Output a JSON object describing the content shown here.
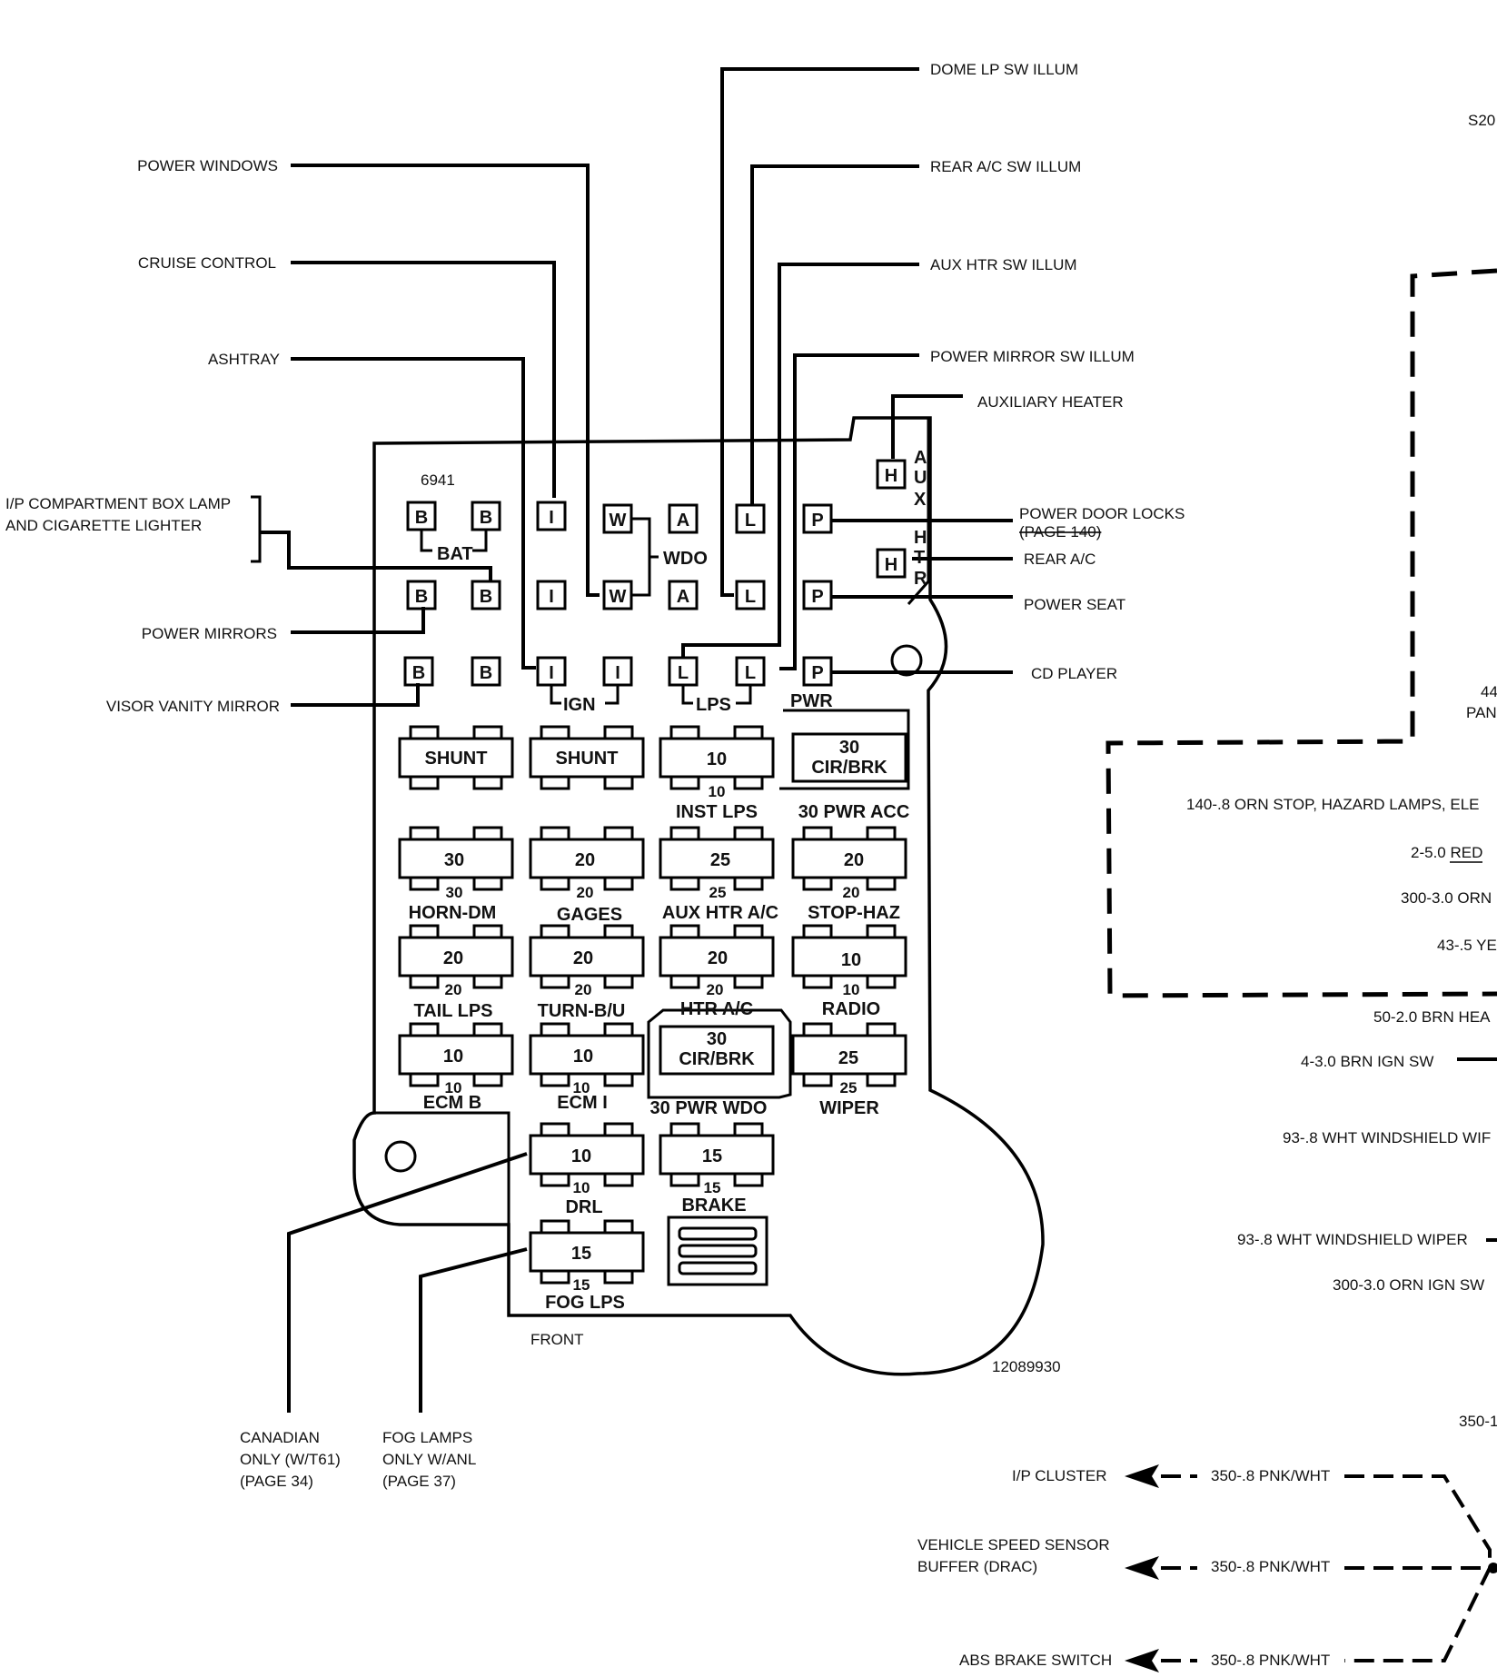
{
  "diagram": {
    "part_number": "12089930",
    "block_id": "6941",
    "front_label": "FRONT",
    "s20_label": "S20"
  },
  "left_labels": {
    "power_windows": "POWER WINDOWS",
    "cruise_control": "CRUISE CONTROL",
    "ashtray": "ASHTRAY",
    "ip_compartment_1": "I/P COMPARTMENT BOX LAMP",
    "ip_compartment_2": "AND CIGARETTE LIGHTER",
    "power_mirrors": "POWER MIRRORS",
    "visor_vanity": "VISOR VANITY MIRROR"
  },
  "top_labels": {
    "dome": "DOME LP SW ILLUM",
    "rear_ac_illum": "REAR A/C SW ILLUM",
    "aux_htr_illum": "AUX HTR SW ILLUM",
    "power_mirror_illum": "POWER MIRROR SW ILLUM",
    "aux_heater": "AUXILIARY HEATER"
  },
  "right_labels": {
    "power_door_locks": "POWER DOOR LOCKS",
    "page_140": "(PAGE 140)",
    "rear_ac": "REAR A/C",
    "power_seat": "POWER SEAT",
    "cd_player": "CD PLAYER"
  },
  "bottom_labels": {
    "canadian": [
      "CANADIAN",
      "ONLY (W/T61)",
      "(PAGE 34)"
    ],
    "fog": [
      "FOG LAMPS",
      "ONLY W/ANL",
      "(PAGE 37)"
    ]
  },
  "connectors": {
    "bat": "BAT",
    "wdo": "WDO",
    "ign": "IGN",
    "lps": "LPS",
    "pwr": "PWR",
    "aux": [
      "A",
      "U",
      "X"
    ],
    "htr": [
      "H",
      "T",
      "R"
    ]
  },
  "pins": {
    "b": "B",
    "i": "I",
    "w": "W",
    "a": "A",
    "l": "L",
    "p": "P",
    "h": "H"
  },
  "fuses": {
    "shunt1": "SHUNT",
    "shunt2": "SHUNT",
    "inst_lps": {
      "value": "10",
      "sub": "10",
      "name": "INST LPS"
    },
    "cb_acc": {
      "value": "30",
      "value2": "CIR/BRK",
      "name": "30 PWR ACC"
    },
    "horn": {
      "value": "30",
      "sub": "30",
      "name": "HORN-DM"
    },
    "gages": {
      "value": "20",
      "sub": "20",
      "name": "GAGES"
    },
    "aux_htr": {
      "value": "25",
      "sub": "25",
      "name": "AUX HTR A/C"
    },
    "stop_haz": {
      "value": "20",
      "sub": "20",
      "name": "STOP-HAZ"
    },
    "tail": {
      "value": "20",
      "sub": "20",
      "name": "TAIL LPS"
    },
    "turn": {
      "value": "20",
      "sub": "20",
      "name": "TURN-B/U"
    },
    "htr_ac": {
      "value": "20",
      "sub": "20",
      "name": "HTR A/C"
    },
    "radio": {
      "value": "10",
      "sub": "10",
      "name": "RADIO"
    },
    "ecm_b": {
      "value": "10",
      "sub": "10",
      "name": "ECM B"
    },
    "ecm_i": {
      "value": "10",
      "sub": "10",
      "name": "ECM I"
    },
    "cb_wdo": {
      "value": "30",
      "value2": "CIR/BRK",
      "name": "30 PWR WDO"
    },
    "wiper": {
      "value": "25",
      "sub": "25",
      "name": "WIPER"
    },
    "drl": {
      "value": "10",
      "sub": "10",
      "name": "DRL"
    },
    "brake": {
      "value": "15",
      "sub": "15",
      "name": "BRAKE"
    },
    "fog": {
      "value": "15",
      "sub": "15",
      "name": "FOG LPS"
    }
  },
  "side_panel": {
    "pan_num": "44",
    "pan_text": "PAN",
    "w140": "140-.8 ORN  STOP, HAZARD LAMPS, ELE",
    "w2": "2-5.0 RED",
    "w300a": "300-3.0 ORN",
    "w43": "43-.5 YE",
    "w50": "50-2.0 BRN  HEA",
    "w4": "4-3.0 BRN  IGN SW",
    "w93a": "93-.8 WHT  WINDSHIELD WIF",
    "w93b": "93-.8 WHT  WINDSHIELD WIPER",
    "w300b": "300-3.0 ORN  IGN SW",
    "w350": "350-1"
  },
  "speed_sensor": {
    "ip_cluster": "I/P CLUSTER",
    "vss1": "VEHICLE SPEED SENSOR",
    "vss2": "BUFFER (DRAC)",
    "abs": "ABS BRAKE SWITCH",
    "wire": "350-.8 PNK/WHT"
  }
}
